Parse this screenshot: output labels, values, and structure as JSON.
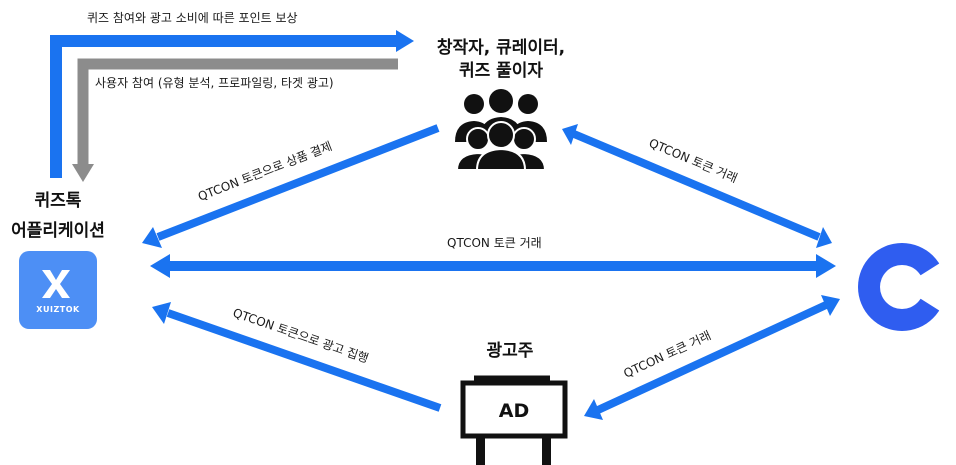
{
  "colors": {
    "arrow_blue": "#1a73f0",
    "arrow_gray": "#8c8c8c",
    "app_tile": "#4d8ff5",
    "qtcon_blue": "#2f5df0",
    "icon_dark": "#111111"
  },
  "nodes": {
    "creators": {
      "line1": "창작자, 큐레이터,",
      "line2": "퀴즈 풀이자",
      "icon": "people-group-icon"
    },
    "app": {
      "line1": "퀴즈톡",
      "line2": "어플리케이션",
      "logo_text": "XUIZTOK",
      "icon": "quiztok-logo-icon"
    },
    "advertiser": {
      "label": "광고주",
      "sign_text": "AD",
      "icon": "billboard-icon"
    },
    "qtcon": {
      "icon": "qtcon-logo-icon"
    }
  },
  "flows": {
    "reward": "퀴즈 참여와 광고 소비에 따른 포인트 보상",
    "participation": "사용자 참여 (유형 분석, 프로파일링, 타겟 광고)",
    "product_payment": "QTCON 토큰으로 상품 결제",
    "creators_qtcon": "QTCON 토큰 거래",
    "app_qtcon": "QTCON 토큰 거래",
    "ad_execution": "QTCON 토큰으로 광고 집행",
    "advertiser_qtcon": "QTCON 토큰 거래"
  }
}
